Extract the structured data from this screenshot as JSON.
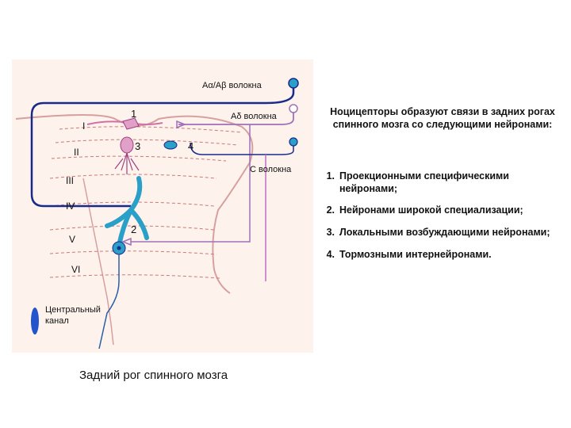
{
  "figure": {
    "fiber_labels": {
      "a_alpha_beta": "Aα/Aβ волокна",
      "a_delta": "Aδ волокна",
      "c": "С волокна"
    },
    "laminae": [
      "I",
      "II",
      "III",
      "IV",
      "V",
      "VI"
    ],
    "neuron_numbers": [
      "1",
      "2",
      "3",
      "4"
    ],
    "central_canal_label": "Центральный канал",
    "caption": "Задний рог спинного мозга",
    "colors": {
      "a_alpha_beta_fiber": "#1a2a8c",
      "a_delta_fiber": "#a070b8",
      "c_fiber": "#c070c0",
      "projection_neuron": "#2aa0c8",
      "canal": "#2255cc",
      "lamina_lines": "#cc7777",
      "background": "#fdf3ec"
    }
  },
  "text": {
    "heading": "Ноцицепторы образуют связи в задних рогах спинного мозга со следующими нейронами:",
    "items": [
      {
        "num": "1.",
        "text": "Проекционными специфическими нейронами;"
      },
      {
        "num": "2.",
        "text": "Нейронами широкой специализации;"
      },
      {
        "num": "3.",
        "text": "Локальными возбуждающими нейронами;"
      },
      {
        "num": "4.",
        "text": "Тормозными интернейронами."
      }
    ]
  }
}
